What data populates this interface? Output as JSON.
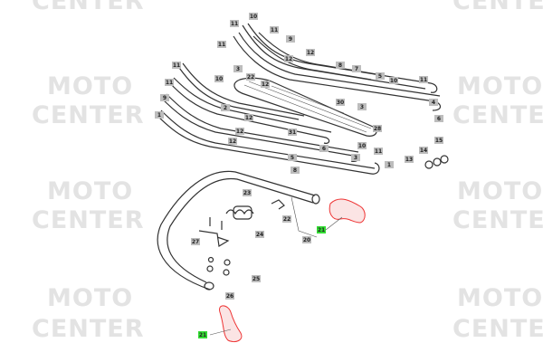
{
  "watermark": {
    "line1": "MOTO",
    "line2": "CENTER"
  },
  "colors": {
    "highlight_label": "#33dd33",
    "highlight_part": "#ee3333",
    "label_bg": "#bdbdbd"
  },
  "labels": [
    "10",
    "11",
    "11",
    "9",
    "11",
    "12",
    "12",
    "8",
    "7",
    "3",
    "11",
    "10",
    "5",
    "10",
    "11",
    "22",
    "12",
    "11",
    "9",
    "4",
    "30",
    "3",
    "1",
    "2",
    "12",
    "6",
    "28",
    "12",
    "12",
    "31",
    "6",
    "10",
    "11",
    "5",
    "3",
    "15",
    "14",
    "13",
    "8",
    "1",
    "23",
    "22",
    "21",
    "24",
    "20",
    "27",
    "25",
    "26",
    "21"
  ]
}
